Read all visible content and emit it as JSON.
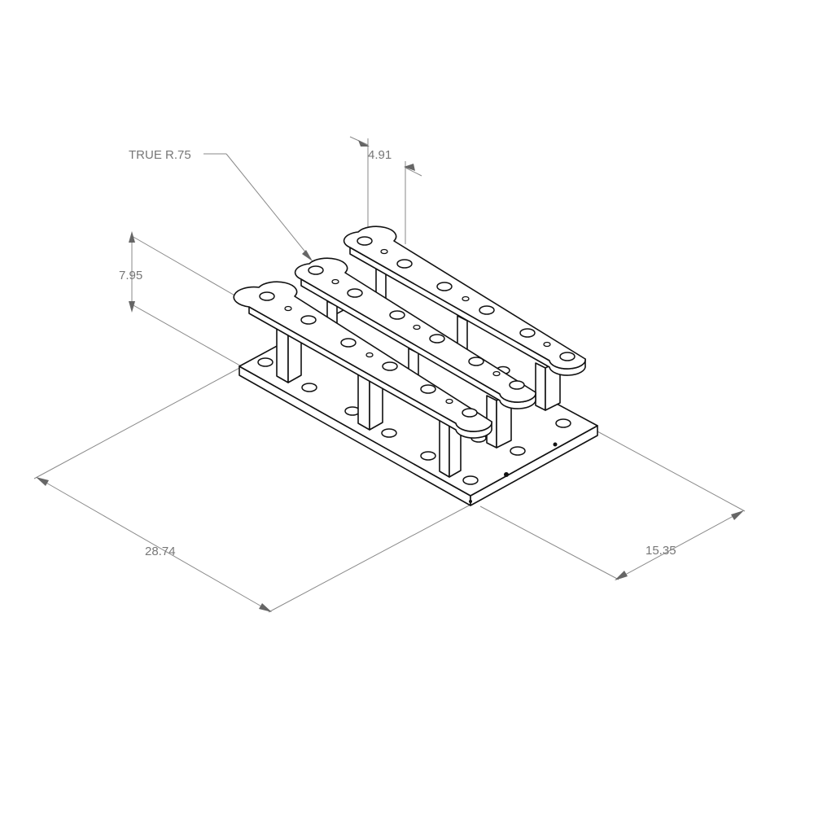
{
  "drawing": {
    "type": "isometric CAD drawing",
    "dimensions": {
      "radius_callout": "TRUE R.75",
      "rail_spacing": "4.91",
      "height": "7.95",
      "length": "28.74",
      "width": "15.35"
    }
  }
}
